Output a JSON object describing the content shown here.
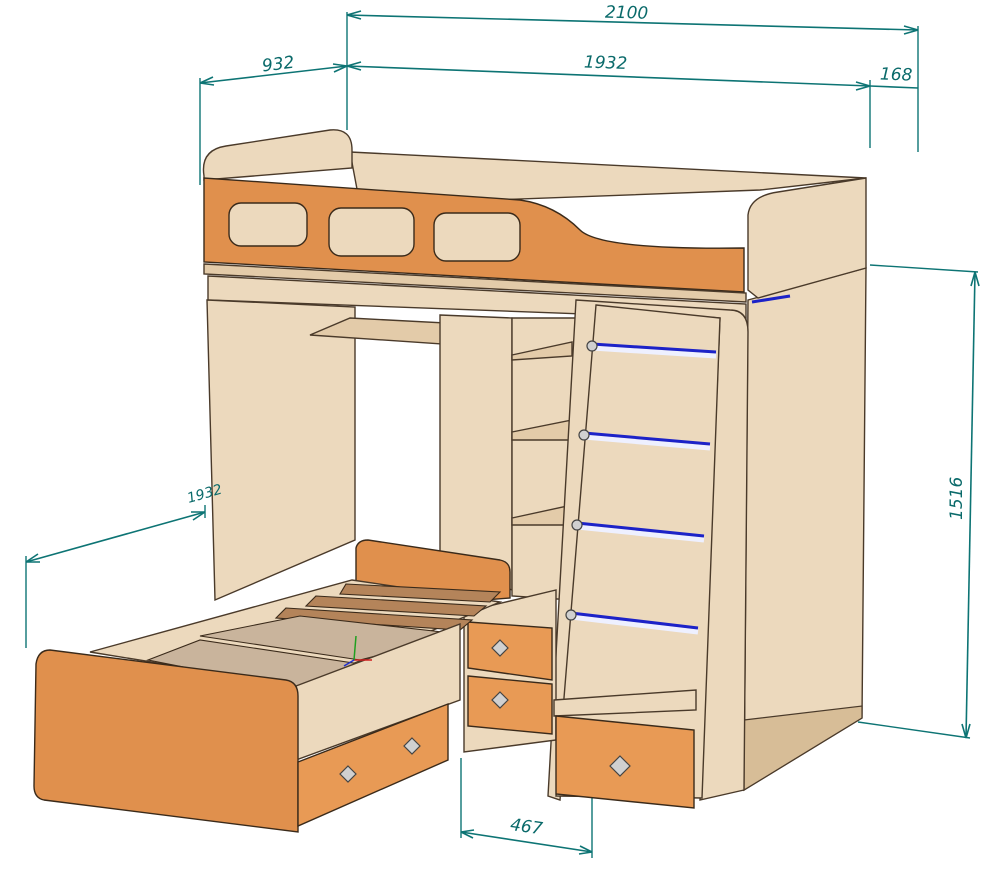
{
  "dimensions": {
    "overall_width": "2100",
    "upper_length": "1932",
    "ladder_depth": "168",
    "upper_depth": "932",
    "lower_length": "1932",
    "height": "1516",
    "drawer_width": "467"
  },
  "colors": {
    "dimension": "#0d7474",
    "wood": "#ecd9bd",
    "orange": "#e0904d",
    "rung": "#1c22c8"
  }
}
